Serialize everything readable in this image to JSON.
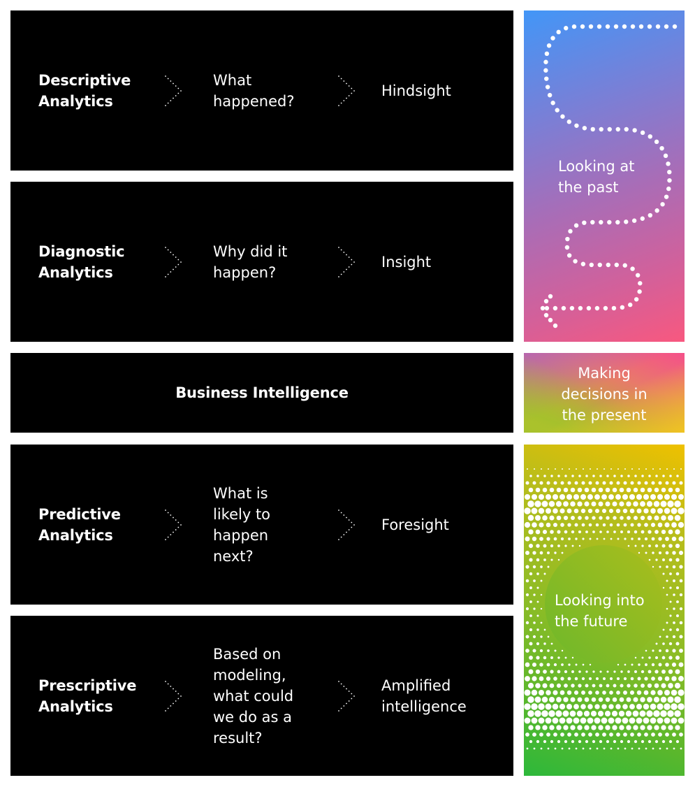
{
  "rows": [
    {
      "type": "Descriptive\nAnalytics",
      "question": "What\nhappened?",
      "outcome": "Hindsight"
    },
    {
      "type": "Diagnostic\nAnalytics",
      "question": "Why did it\nhappen?",
      "outcome": "Insight"
    },
    {
      "type": "Predictive\nAnalytics",
      "question": "What is\nlikely to\nhappen\nnext?",
      "outcome": "Foresight"
    },
    {
      "type": "Prescriptive\nAnalytics",
      "question": "Based on\nmodeling,\nwhat could\nwe do as a\nresult?",
      "outcome": "Amplified\nintelligence"
    }
  ],
  "center": {
    "label": "Business Intelligence"
  },
  "side": {
    "past": {
      "label": "Looking at\nthe past",
      "icon": "dotted-serpentine-arrow-icon"
    },
    "present": {
      "label": "Making\ndecisions in\nthe present"
    },
    "future": {
      "label": "Looking into\nthe future",
      "icon": "halftone-circle-icon"
    }
  },
  "colors": {
    "panel_bg": "#000000",
    "past_gradient": [
      "#4296f7",
      "#f8587f"
    ],
    "present_gradient": [
      "#b866b0",
      "#f5508a",
      "#a5c22c",
      "#f0c422"
    ],
    "future_gradient": [
      "#efc000",
      "#2db83b"
    ],
    "future_circle": "#8cbc26"
  }
}
